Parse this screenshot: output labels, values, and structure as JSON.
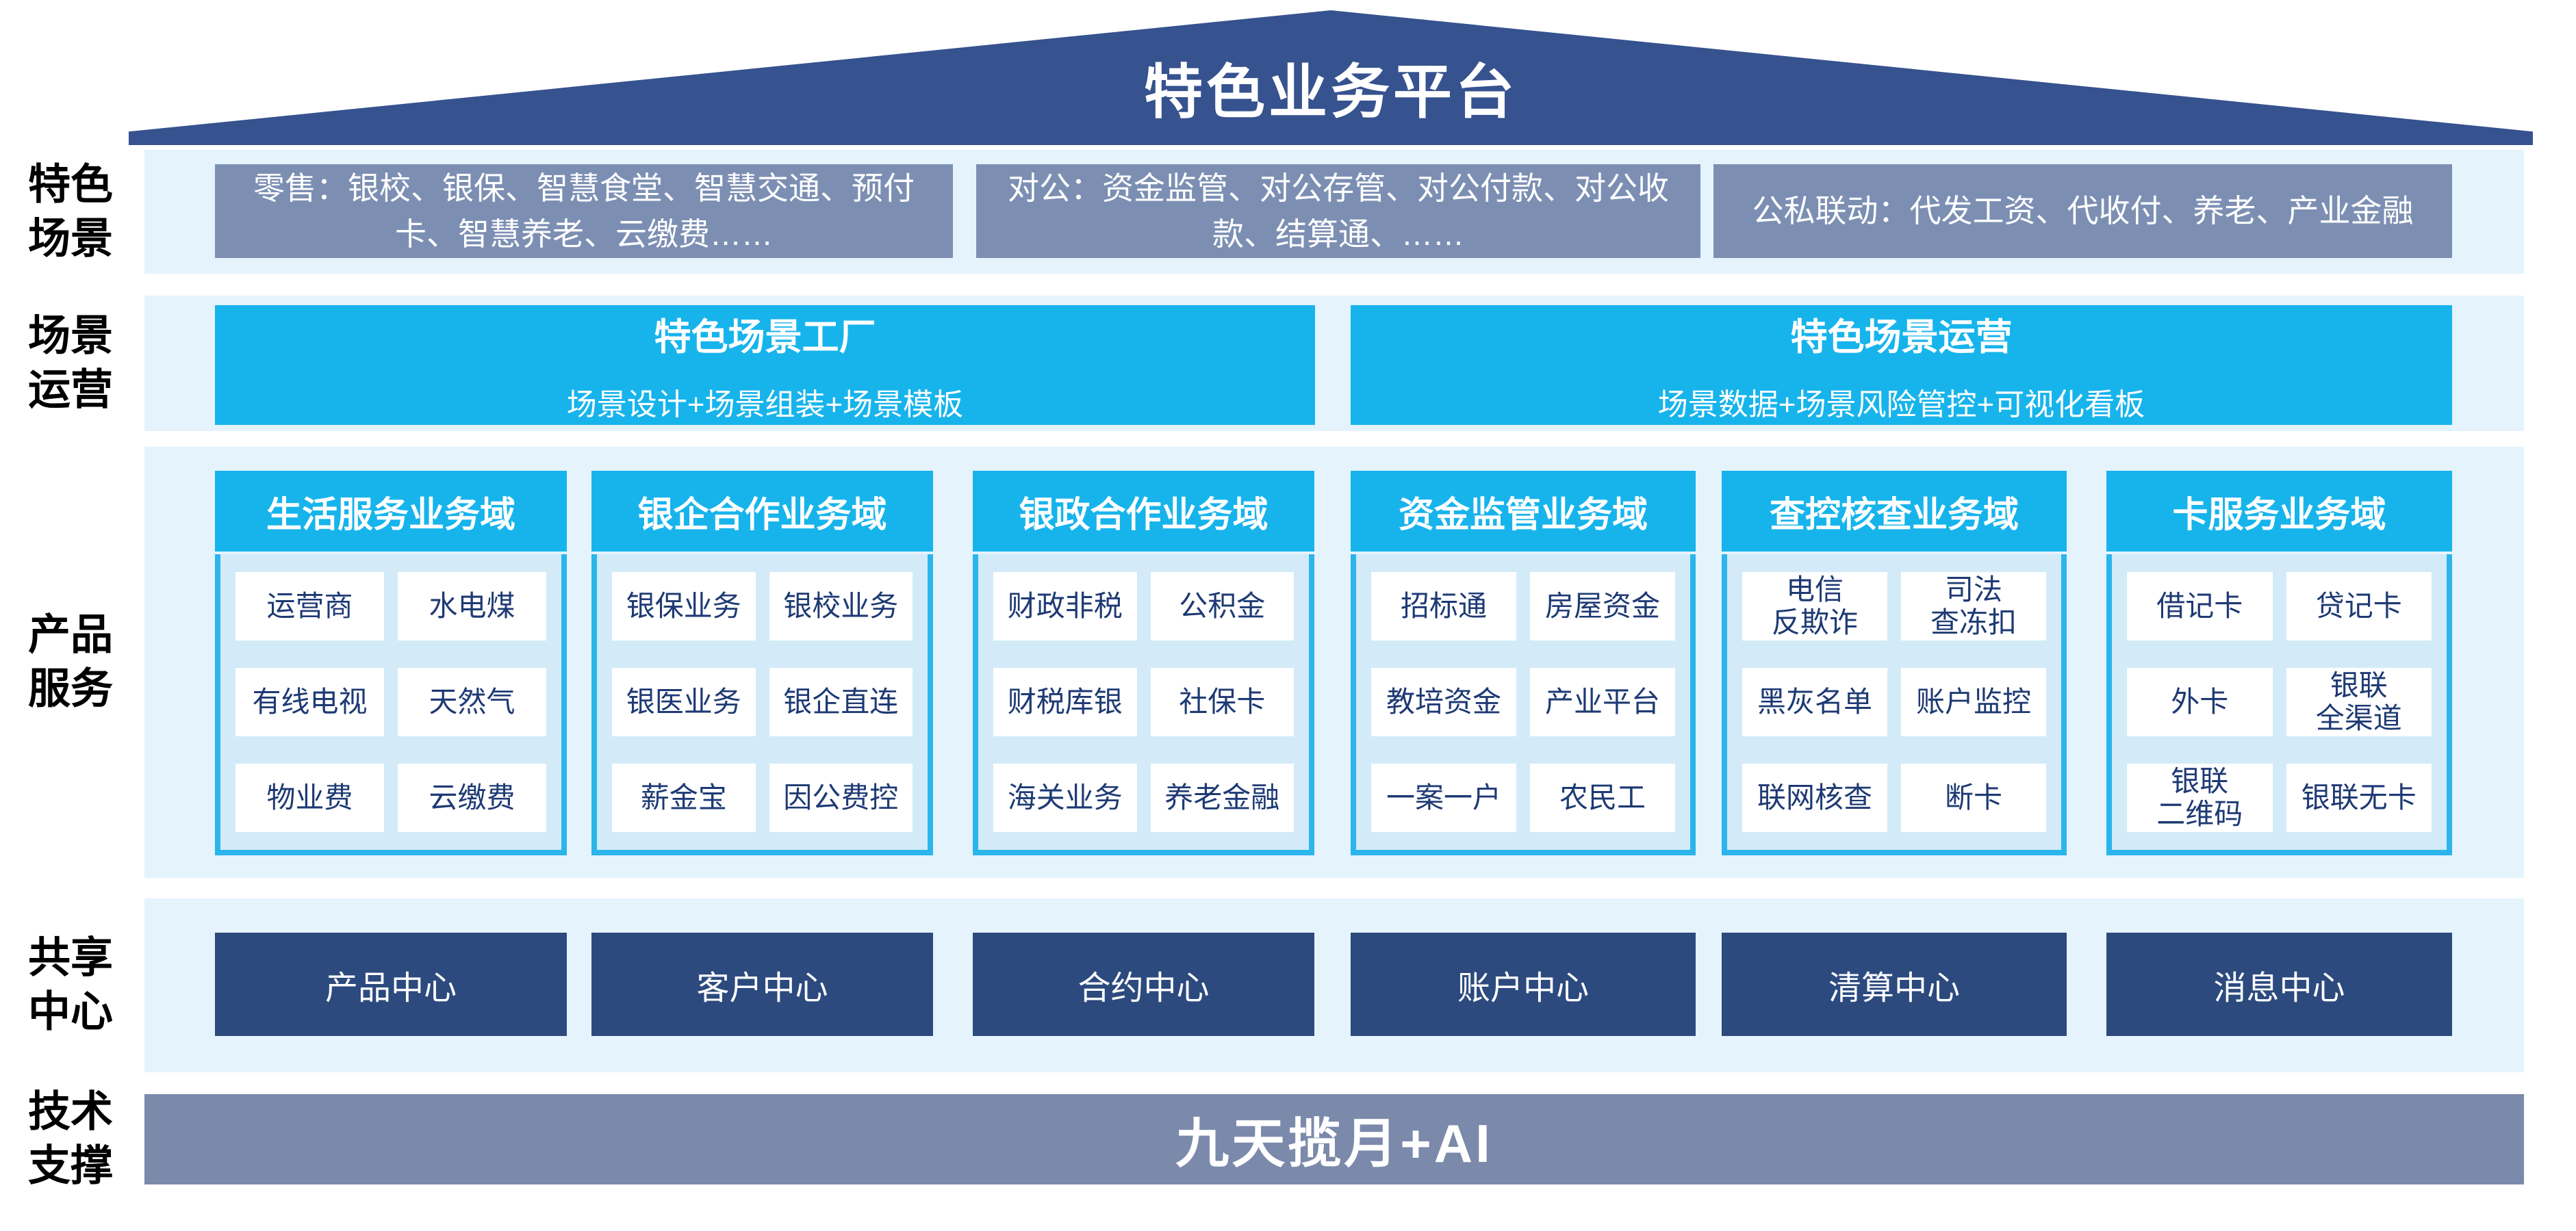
{
  "page": {
    "title": "特色业务平台"
  },
  "colors": {
    "roof_navy": "#36528F",
    "scene_gray_blue": "#7C8FB3",
    "accent_cyan": "#17B4EC",
    "band_light_blue": "#E5F3FC",
    "column_body_blue": "#D3EBF8",
    "cell_text_navy": "#1E3A74",
    "center_navy": "#2C4A7E",
    "tech_bar_gray": "#7B8AAB"
  },
  "rows": {
    "scenes": {
      "label": "特色\n场景",
      "boxes": [
        "零售：银校、银保、智慧食堂、智慧交通、预付卡、智慧养老、云缴费……",
        "对公：资金监管、对公存管、对公付款、对公收款、结算通、……",
        "公私联动：代发工资、代收付、养老、产业金融"
      ]
    },
    "operations": {
      "label": "场景\n运营",
      "boxes": [
        {
          "title": "特色场景工厂",
          "subtitle": "场景设计+场景组装+场景模板"
        },
        {
          "title": "特色场景运营",
          "subtitle": "场景数据+场景风险管控+可视化看板"
        }
      ]
    },
    "products": {
      "label": "产品\n服务",
      "columns": [
        {
          "title": "生活服务业务域",
          "cells": [
            "运营商",
            "水电煤",
            "有线电视",
            "天然气",
            "物业费",
            "云缴费"
          ]
        },
        {
          "title": "银企合作业务域",
          "cells": [
            "银保业务",
            "银校业务",
            "银医业务",
            "银企直连",
            "薪金宝",
            "因公费控"
          ]
        },
        {
          "title": "银政合作业务域",
          "cells": [
            "财政非税",
            "公积金",
            "财税库银",
            "社保卡",
            "海关业务",
            "养老金融"
          ]
        },
        {
          "title": "资金监管业务域",
          "cells": [
            "招标通",
            "房屋资金",
            "教培资金",
            "产业平台",
            "一案一户",
            "农民工"
          ]
        },
        {
          "title": "查控核查业务域",
          "cells": [
            "电信\n反欺诈",
            "司法\n查冻扣",
            "黑灰名单",
            "账户监控",
            "联网核查",
            "断卡"
          ]
        },
        {
          "title": "卡服务业务域",
          "cells": [
            "借记卡",
            "贷记卡",
            "外卡",
            "银联\n全渠道",
            "银联\n二维码",
            "银联无卡"
          ]
        }
      ]
    },
    "centers": {
      "label": "共享\n中心",
      "boxes": [
        "产品中心",
        "客户中心",
        "合约中心",
        "账户中心",
        "清算中心",
        "消息中心"
      ]
    },
    "tech": {
      "label": "技术\n支撑",
      "bar": "九天揽月+AI"
    }
  }
}
